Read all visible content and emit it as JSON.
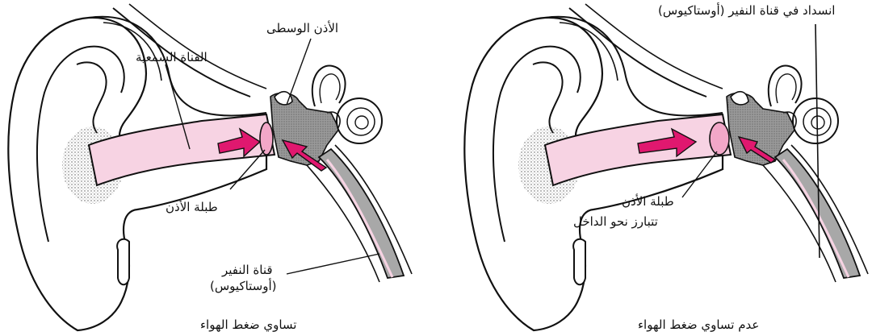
{
  "colors": {
    "accent": "#e0186f",
    "canal_fill": "#f7d3e3",
    "bone_gray": "#a8a8a8",
    "line": "#111111"
  },
  "left_panel": {
    "caption": "تساوي ضغط الهواء",
    "labels": {
      "middle_ear": "الأذن الوسطى",
      "ear_canal": "القناة السمعية",
      "eardrum": "طبلة الأذن",
      "eustachian_line1": "قناة النفير",
      "eustachian_line2": "(أوستاكيوس)"
    }
  },
  "right_panel": {
    "caption": "عدم تساوي ضغط الهواء",
    "labels": {
      "blockage": "انسداد في قناة النفير (أوستاكيوس)",
      "eardrum_line1": "طبلة الأذن",
      "eardrum_line2": "تتبارز نحو الداخل"
    }
  }
}
